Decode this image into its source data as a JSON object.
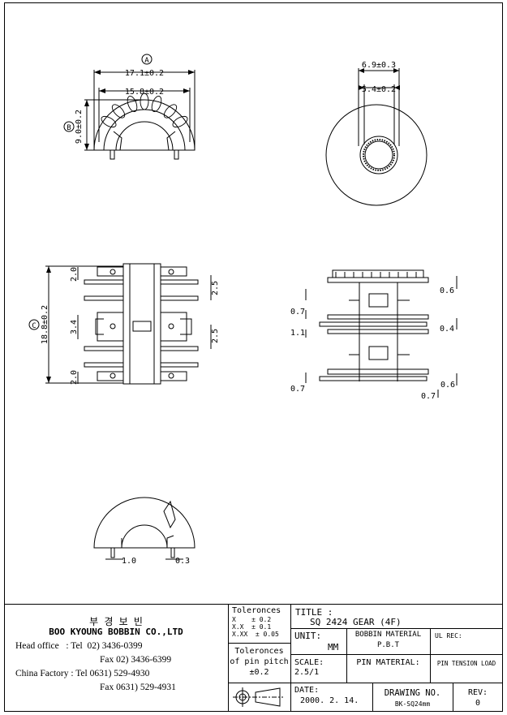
{
  "dimensions": {
    "a_label": "A",
    "b_label": "B",
    "c_label": "C",
    "a_width": "17.1±0.2",
    "inner_width": "15.8±0.2",
    "b_height": "9.0±0.2",
    "outer_dia": "6.9±0.3",
    "inner_dia": "5.4±0.2",
    "c_height": "18.8±0.2",
    "top_pitch": "2.0",
    "bot_pitch": "2.0",
    "mid_pitch": "3.4",
    "right_upper": "2.5",
    "right_lower": "2.5",
    "side_06a": "0.6",
    "side_07a": "0.7",
    "side_11": "1.1",
    "side_04": "0.4",
    "side_07b": "0.7",
    "side_06b": "0.6",
    "side_07c": "0.7",
    "pin_w": "1.0",
    "pin_gap": "0.3"
  },
  "titleblock": {
    "company_kr": "부 경 보 빈",
    "company_en": "BOO KYOUNG BOBBIN CO.,LTD",
    "head_office_1": "Head office   : Tel  02) 3436-0399",
    "head_office_2": "Fax  02) 3436-6399",
    "china_1": "China Factory : Tel 0631) 529-4930",
    "china_2": "Fax 0631) 529-4931",
    "tol_head": "Toleronces",
    "tol_x": "X    ± 0.2",
    "tol_xx": "X.X  ± 0.1",
    "tol_xxx": "X.XX  ± 0.05",
    "pitch_tol_1": "Toleronces",
    "pitch_tol_2": "of pin pitch",
    "pitch_tol_3": "±0.2",
    "title_label": "TITLE :",
    "title_value": "SQ 2424 GEAR (4F)",
    "unit_label": "UNIT:",
    "unit_value": "MM",
    "bobbin_label": "BOBBIN MATERIAL",
    "bobbin_value": "P.B.T",
    "ul_label": "UL REC:",
    "scale_label": "SCALE:",
    "scale_value": "2.5/1",
    "pin_material_label": "PIN MATERIAL:",
    "pin_tension": "PIN TENSION LOAD",
    "date_label": "DATE:",
    "date_value": "2000. 2. 14.",
    "drawing_label": "DRAWING NO.",
    "drawing_value": "BK-SQ24mm",
    "rev_label": "REV:",
    "rev_value": "0"
  }
}
